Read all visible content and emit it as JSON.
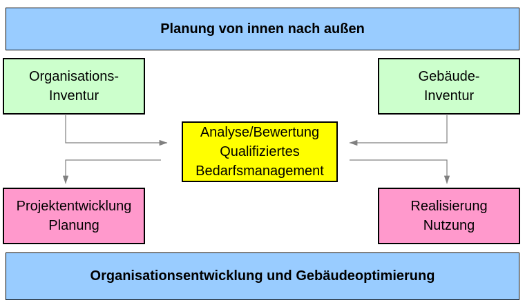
{
  "colors": {
    "background": "#ffffff",
    "banner_bg": "#99ccff",
    "inventur_bg": "#ccffcc",
    "analyse_bg": "#ffff00",
    "ergebnis_bg": "#ff99cc",
    "arrow": "#808080",
    "border": "#000000",
    "text": "#000000"
  },
  "diagram": {
    "top_banner": "Planung von innen nach außen",
    "bottom_banner": "Organisationsentwicklung und Gebäudeoptimierung",
    "boxes": {
      "org_inventur": {
        "lines": [
          "Organisations-",
          "Inventur"
        ]
      },
      "gebaeude_inventur": {
        "lines": [
          "Gebäude-",
          "Inventur"
        ]
      },
      "analyse": {
        "lines": [
          "Analyse/Bewertung",
          "Qualifiziertes",
          "Bedarfsmanagement"
        ]
      },
      "projektentwicklung": {
        "lines": [
          "Projektentwicklung",
          "Planung"
        ]
      },
      "realisierung": {
        "lines": [
          "Realisierung",
          "Nutzung"
        ]
      }
    }
  }
}
